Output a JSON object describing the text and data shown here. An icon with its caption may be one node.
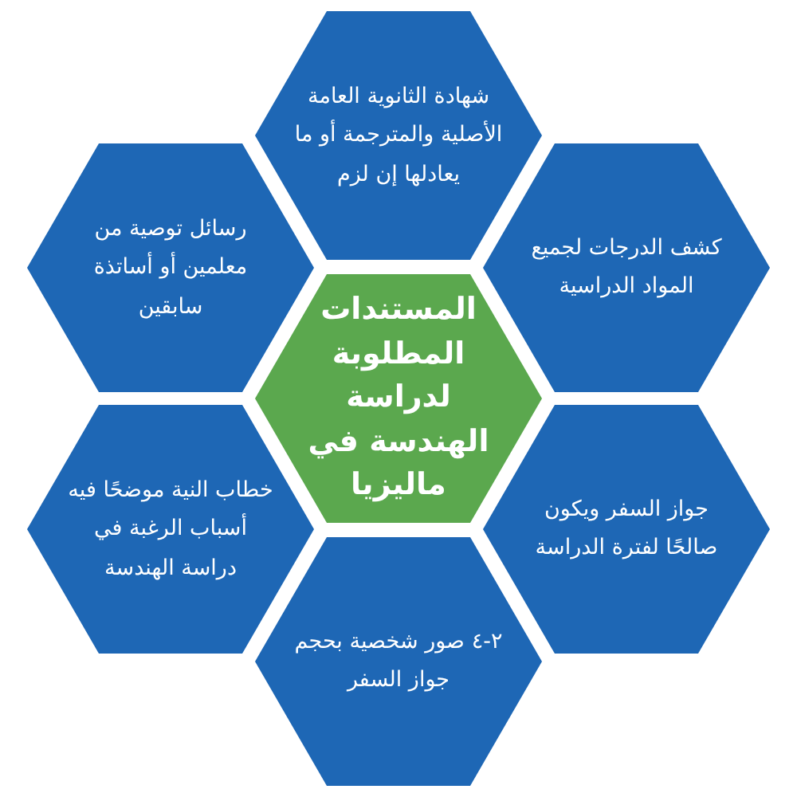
{
  "diagram": {
    "nodes": [
      {
        "text": [
          "المستندات المطلوبة لدراسة الهندسة في ماليزيا"
        ]
      },
      {
        "text": [
          "شهادة الثانوية العامة الأصلية والمترجمة أو ما يعادلها إن لزم"
        ]
      },
      {
        "text": [
          "كشف الدرجات لجميع المواد الدراسية"
        ]
      },
      {
        "text": [
          "رسائل توصية من معلمين أو أساتذة سابقين"
        ]
      },
      {
        "text": [
          "جواز السفر ويكون صالحًا لفترة الدراسة"
        ]
      },
      {
        "text": [
          "خطاب النية موضحًا فيه أسباب الرغبة في دراسة الهندسة"
        ]
      },
      {
        "text": [
          "٢-٤ صور شخصية بحجم جواز السفر"
        ]
      }
    ]
  }
}
